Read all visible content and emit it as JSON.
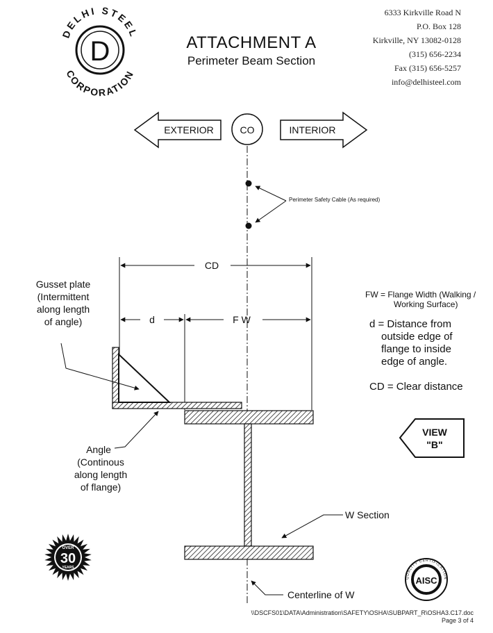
{
  "company": {
    "seal_text_top": "DELHI STEEL",
    "seal_text_bottom": "CORPORATION",
    "seal_letter": "D",
    "address_lines": [
      "6333 Kirkville Road N",
      "P.O. Box 128",
      "Kirkville, NY 13082-0128",
      "(315) 656-2234",
      "Fax (315) 656-5257",
      "info@delhisteel.com"
    ]
  },
  "title": {
    "main": "ATTACHMENT A",
    "sub": "Perimeter Beam Section"
  },
  "diagram": {
    "exterior_label": "EXTERIOR",
    "interior_label": "INTERIOR",
    "co_label": "CO",
    "cable_label": "Perimeter Safety Cable (As required)",
    "cd_label": "CD",
    "d_label": "d",
    "fw_label": "F W",
    "gusset_lines": [
      "Gusset plate",
      "(Intermittent",
      "along length",
      "of angle)"
    ],
    "angle_lines": [
      "Angle",
      "(Continous",
      "along length",
      "of flange)"
    ],
    "w_section_label": "W Section",
    "centerline_label": "Centerline of W",
    "view_lines": [
      "VIEW",
      "\"B\""
    ]
  },
  "legend": {
    "fw_lines": [
      "FW = Flange Width (Walking /",
      "Working Surface)"
    ],
    "d_lines": [
      "d = Distance from",
      "outside edge of",
      "flange to inside",
      "edge of angle."
    ],
    "cd_line": "CD = Clear distance"
  },
  "badges": {
    "years_over": "OVER",
    "years_number": "30",
    "years_word": "YEARS",
    "aisc_text": "AISC",
    "aisc_ring_text": "QUALITY CERTIFICATION"
  },
  "footer": {
    "path": "\\\\DSCFS01\\DATA\\Administration\\SAFETY\\OSHA\\SUBPART_R\\OSHA3.C17.doc",
    "page": "Page 3 of 4"
  }
}
